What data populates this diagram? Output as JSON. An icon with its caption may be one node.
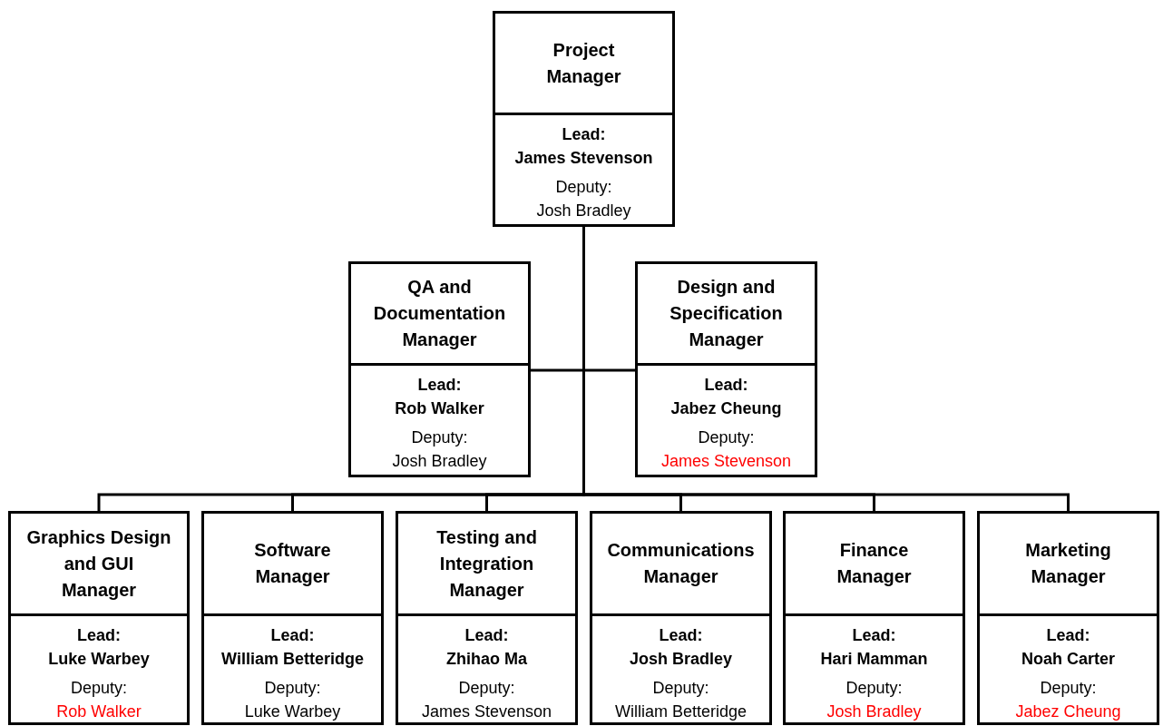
{
  "diagram": {
    "nodes": [
      {
        "text": [
          "Project Manager",
          "Lead:",
          "James Stevenson",
          "Deputy:",
          "Josh Bradley"
        ]
      },
      {
        "text": [
          "QA and Documentation Manager",
          "Lead:",
          "Rob Walker",
          "Deputy:",
          "Josh Bradley"
        ]
      },
      {
        "text": [
          "Design and Specification Manager",
          "Lead:",
          "Jabez Cheung",
          "Deputy:",
          "James Stevenson"
        ]
      },
      {
        "text": [
          "Graphics Design and GUI Manager",
          "Lead:",
          "Luke Warbey",
          "Deputy:",
          "Rob Walker"
        ]
      },
      {
        "text": [
          "Software Manager",
          "Lead:",
          "William Betteridge",
          "Deputy:",
          "Luke Warbey"
        ]
      },
      {
        "text": [
          "Testing and Integration Manager",
          "Lead:",
          "Zhihao Ma",
          "Deputy:",
          "James Stevenson"
        ]
      },
      {
        "text": [
          "Communications Manager",
          "Lead:",
          "Josh Bradley",
          "Deputy:",
          "William Betteridge"
        ]
      },
      {
        "text": [
          "Finance Manager",
          "Lead:",
          "Hari Mamman",
          "Deputy:",
          "Josh Bradley"
        ]
      },
      {
        "text": [
          "Marketing Manager",
          "Lead:",
          "Noah Carter",
          "Deputy:",
          "Jabez Cheung"
        ]
      }
    ],
    "edges": [
      {
        "from": 0,
        "to": 1,
        "arrow": "none"
      },
      {
        "from": 0,
        "to": 2,
        "arrow": "none"
      },
      {
        "from": 0,
        "to": 3,
        "arrow": "none"
      },
      {
        "from": 0,
        "to": 4,
        "arrow": "none"
      },
      {
        "from": 0,
        "to": 5,
        "arrow": "none"
      },
      {
        "from": 0,
        "to": 6,
        "arrow": "none"
      },
      {
        "from": 0,
        "to": 7,
        "arrow": "none"
      },
      {
        "from": 0,
        "to": 8,
        "arrow": "none"
      }
    ]
  }
}
